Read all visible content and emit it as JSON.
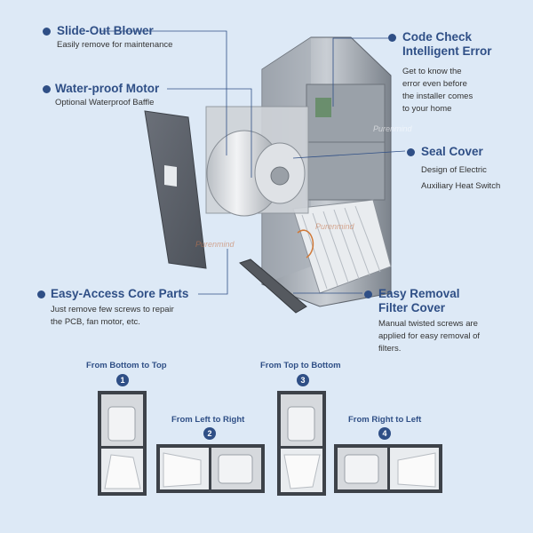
{
  "features": [
    {
      "title": "Slide-Out Blower",
      "desc": "Easily remove for maintenance"
    },
    {
      "title": "Water-proof Motor",
      "desc": "Optional Waterproof Baffle"
    },
    {
      "title": "Code Check\nIntelligent Error",
      "desc": "Get to know the\nerror even before\nthe installer comes\nto your home"
    },
    {
      "title": "Seal Cover",
      "desc": "Design of Electric\nAuxiliary Heat Switch"
    },
    {
      "title": "Easy-Access Core Parts",
      "desc": "Just remove few screws to repair\nthe PCB, fan motor, etc."
    },
    {
      "title": "Easy Removal\nFilter Cover",
      "desc": "Manual twisted screws are\napplied for easy removal of\nfilters."
    }
  ],
  "orientations": [
    {
      "label": "From Bottom to Top",
      "number": "1"
    },
    {
      "label": "From Left to Right",
      "number": "2"
    },
    {
      "label": "From Top to Bottom",
      "number": "3"
    },
    {
      "label": "From Right to Left",
      "number": "4"
    }
  ],
  "watermark": "Purenmind",
  "colors": {
    "accent": "#2f4f86",
    "background": "#dde9f6"
  }
}
